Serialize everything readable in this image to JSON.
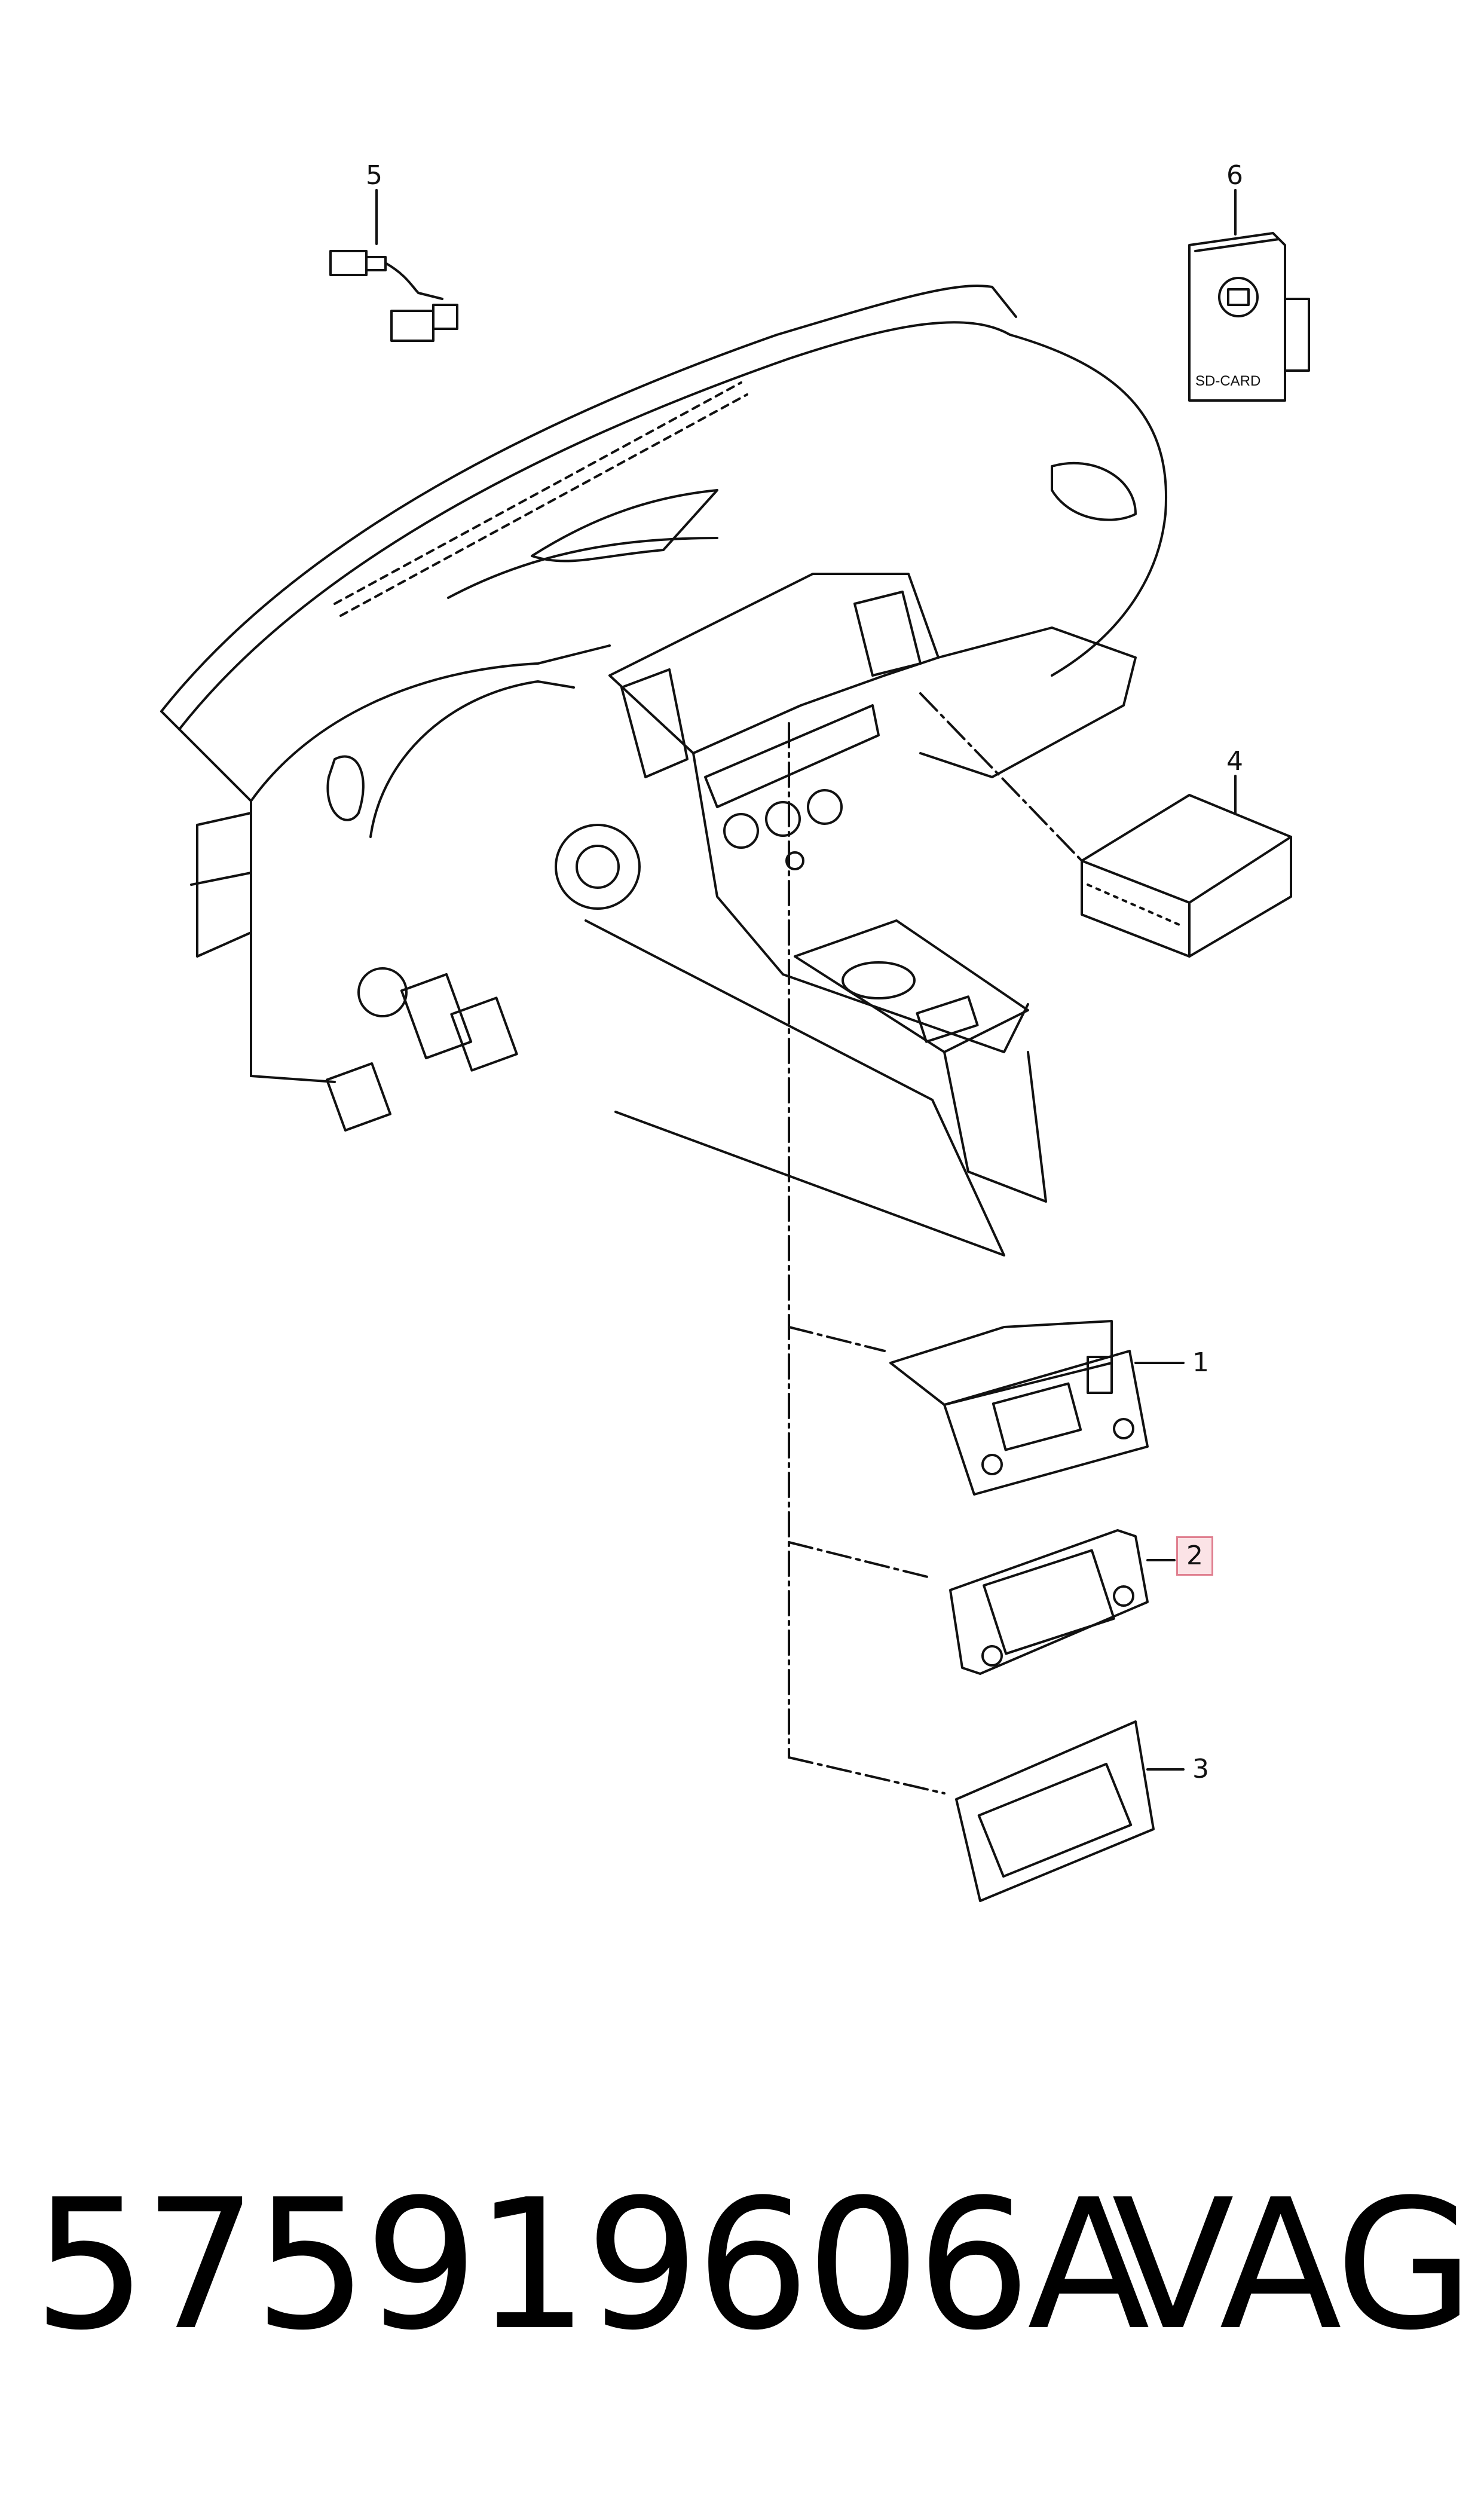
{
  "callouts": {
    "c1": "1",
    "c2": "2",
    "c3": "3",
    "c4": "4",
    "c5": "5",
    "c6": "6"
  },
  "sd_card_label": "SD-CARD",
  "footer": {
    "part_number": "575919606A",
    "brand": "VAG"
  },
  "highlighted_callout": "2",
  "colors": {
    "line": "#111111",
    "highlight_border": "#e08090",
    "highlight_fill": "#fbe3e6"
  }
}
